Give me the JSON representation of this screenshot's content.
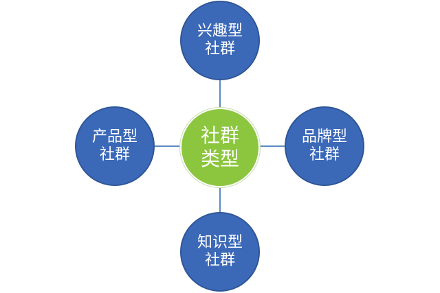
{
  "diagram": {
    "center": {
      "line1": "社群",
      "line2": "类型"
    },
    "nodes": {
      "top": {
        "line1": "兴趣型",
        "line2": "社群"
      },
      "left": {
        "line1": "产品型",
        "line2": "社群"
      },
      "right": {
        "line1": "品牌型",
        "line2": "社群"
      },
      "bottom": {
        "line1": "知识型",
        "line2": "社群"
      }
    },
    "colors": {
      "satellite_fill": "#3b69b8",
      "satellite_border": "#2f5597",
      "center_fill": "#8cc63f",
      "connector": "#5b89c4",
      "text": "#ffffff"
    }
  }
}
